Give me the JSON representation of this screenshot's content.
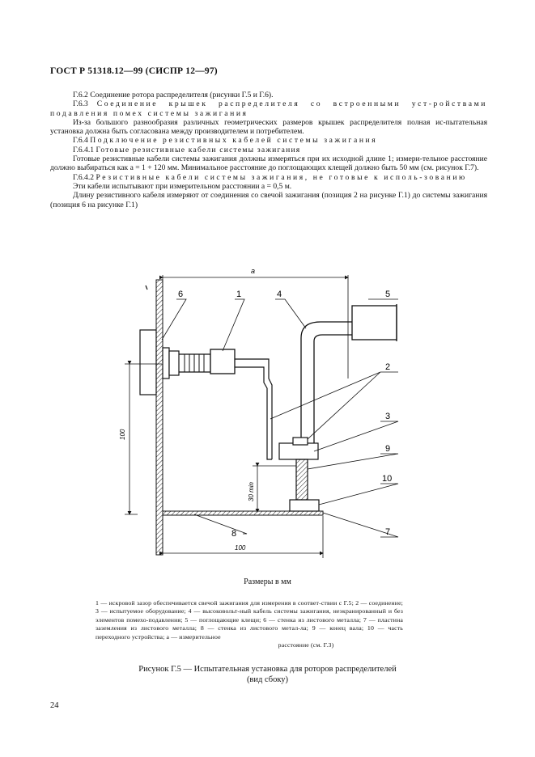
{
  "header": {
    "title": "ГОСТ Р 51318.12—99 (СИСПР 12—97)"
  },
  "body": {
    "p1": "Г.6.2 Соединение ротора распределителя (рисунки Г.5 и Г.6).",
    "p2a": "Г.6.3",
    "p2b": "Соединение крышек распределителя со встроенными уст-ройствами подавления помех системы зажигания",
    "p3": "Из-за большого разнообразия различных геометрических размеров крышек распределителя полная ис-пытательная установка должна быть согласована между производителем и потребителем.",
    "p4a": "Г.6.4",
    "p4b": "Подключение резистивных кабелей системы зажигания",
    "p5a": "Г.6.4.1",
    "p5b": "Готовые резистивные кабели системы зажигания",
    "p6": "Готовые резистивные кабели системы зажигания должны измеряться при их исходной длине 1; измери-тельное расстояние должно выбираться как а = 1 + 120 мм. Минимальное расстояние до поглощающих клещей должно быть 50 мм (см. рисунок Г.7).",
    "p7a": "Г.6.4.2",
    "p7b": "Резистивные кабели системы зажигания, не готовые к исполь-зованию",
    "p8": "Эти кабели испытывают при измерительном расстоянии а = 0,5 м.",
    "p9": "Длину резистивного кабеля измеряют от соединения со свечой зажигания (позиция 2 на рисунке Г.1) до системы зажигания (позиция 6 на рисунке Г.1)"
  },
  "figure": {
    "dim_a": "a",
    "dim_100_vertical": "100",
    "dim_30": "30 min",
    "dim_100_horizontal": "100",
    "labels": [
      "6",
      "1",
      "4",
      "5",
      "2",
      "3",
      "9",
      "10",
      "8",
      "7"
    ],
    "units_caption": "Размеры в мм",
    "legend": "1 — искровой зазор обеспечивается свечой зажигания для измерения в соответ-ствии с Г.5; 2 — соединение; 3 — испытуемое оборудование; 4 — высоковольт-ный кабель системы зажигания, неэкранированный и без элементов помехо-подавления; 5 — поглощающие клещи; 6 — стенка из листового металла; 7 — пластина заземления из листового металла; 8 — стенка из листового метал-ла; 9 — конец вала; 10 — часть переходного устройства; а — измерительное",
    "legend_end": "расстояние (см. Г.3)",
    "caption_line1": "Рисунок Г.5 — Испытательная установка для роторов распределителей",
    "caption_line2": "(вид сбоку)"
  },
  "footer": {
    "page_number": "24"
  }
}
